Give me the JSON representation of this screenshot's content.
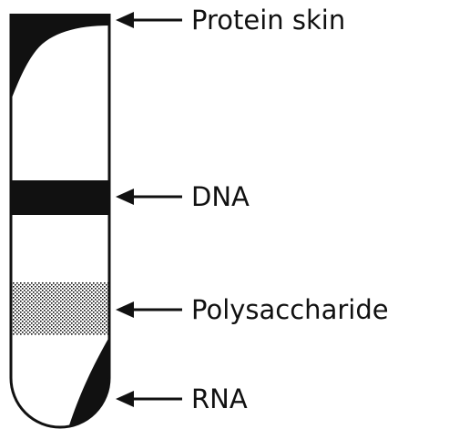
{
  "diagram": {
    "labels": {
      "protein_skin": "Protein skin",
      "dna": "DNA",
      "polysaccharide": "Polysaccharide",
      "rna": "RNA"
    },
    "colors": {
      "ink": "#111111",
      "background": "#ffffff"
    }
  }
}
